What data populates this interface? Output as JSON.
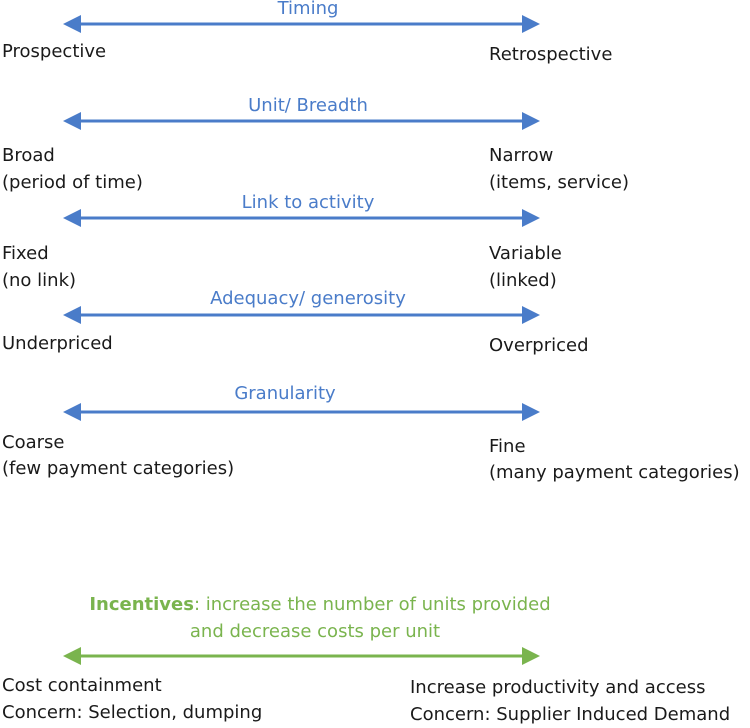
{
  "colors": {
    "blue": "#4a7cc9",
    "green": "#7ab44e",
    "text": "#1a1a1a"
  },
  "dimensions": [
    {
      "title": "Timing",
      "left": [
        "Prospective"
      ],
      "right": [
        "Retrospective"
      ]
    },
    {
      "title": "Unit/ Breadth",
      "left": [
        "Broad",
        "(period of time)"
      ],
      "right": [
        "Narrow",
        "(items, service)"
      ]
    },
    {
      "title": "Link to activity",
      "left": [
        "Fixed",
        "(no link)"
      ],
      "right": [
        "Variable",
        "(linked)"
      ]
    },
    {
      "title": "Adequacy/ generosity",
      "left": [
        "Underpriced"
      ],
      "right": [
        "Overpriced"
      ]
    },
    {
      "title": "Granularity",
      "left": [
        "Coarse",
        "(few payment categories)"
      ],
      "right": [
        "Fine",
        "(many payment categories)"
      ]
    }
  ],
  "incentives": {
    "bold": "Incentives",
    "line1": ": increase the number of units provided",
    "line2": "and decrease costs per unit",
    "left": [
      "Cost containment",
      "Concern: Selection, dumping"
    ],
    "right": [
      "Increase productivity and access",
      "Concern: Supplier Induced Demand"
    ]
  }
}
